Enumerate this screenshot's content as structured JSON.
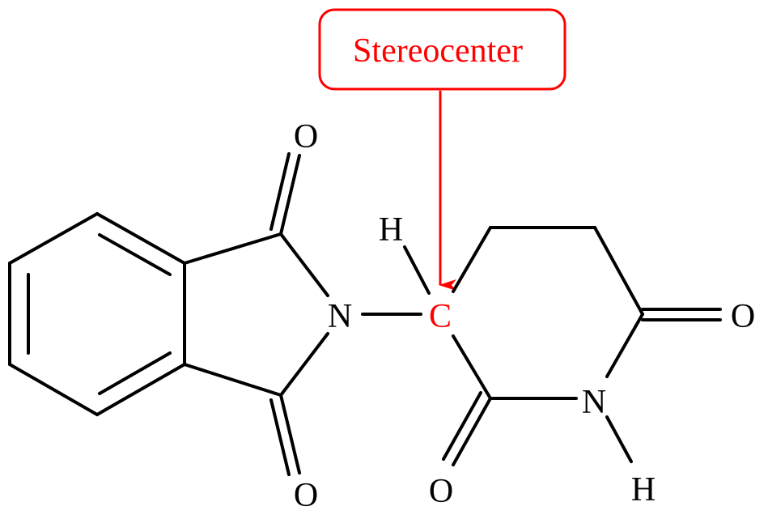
{
  "callout": {
    "label": "Stereocenter",
    "color": "#ff0000"
  },
  "atoms": {
    "phthalimide_oxygen_top": "O",
    "phthalimide_oxygen_bottom": "O",
    "phthalimide_nitrogen": "N",
    "stereocenter_hydrogen": "H",
    "stereocenter_carbon": "C",
    "glutarimide_oxygen_right": "O",
    "glutarimide_oxygen_bottom": "O",
    "glutarimide_nitrogen": "N",
    "glutarimide_nh_hydrogen": "H"
  },
  "colors": {
    "bond": "#000000",
    "highlight": "#ff0000"
  }
}
